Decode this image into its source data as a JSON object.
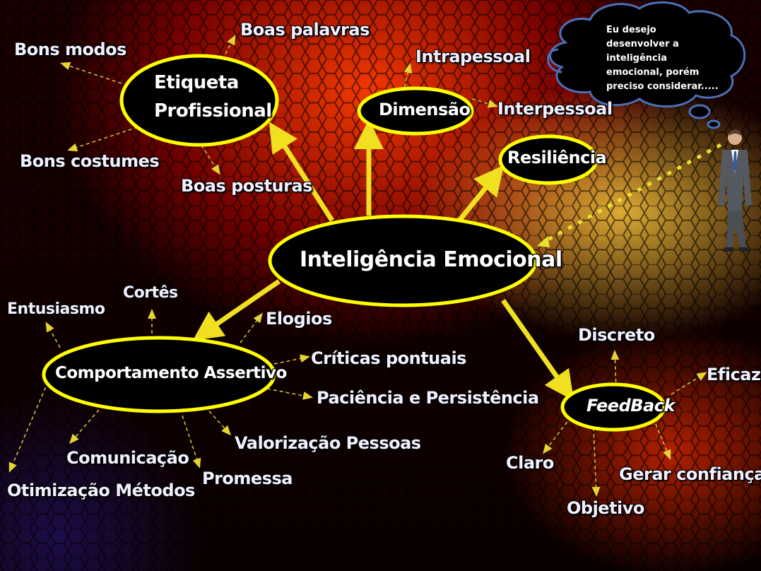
{
  "central": "Inteligência Emocional",
  "nodes": {
    "etiqueta_line1": "Etiqueta",
    "etiqueta_line2": "Profissional",
    "dimensao": "Dimensão",
    "resiliencia": "Resiliência",
    "comportamento": "Comportamento Assertivo",
    "feedback": "FeedBack"
  },
  "etiqueta_items": {
    "boas_palavras": "Boas palavras",
    "bons_modos": "Bons modos",
    "bons_costumes": "Bons costumes",
    "boas_posturas": "Boas posturas"
  },
  "dimensao_items": {
    "intrapessoal": "Intrapessoal",
    "interpessoal": "Interpessoal"
  },
  "comportamento_items": {
    "cortes": "Cortês",
    "entusiasmo": "Entusiasmo",
    "elogios": "Elogios",
    "criticas": "Críticas pontuais",
    "paciencia": "Paciência e Persistência",
    "valorizacao": "Valorização Pessoas",
    "comunicacao": "Comunicação",
    "otimizacao": "Otimização Métodos",
    "promessa": "Promessa"
  },
  "feedback_items": {
    "discreto": "Discreto",
    "eficaz": "Eficaz",
    "claro": "Claro",
    "gerar_confianca": "Gerar confiança",
    "objetivo": "Objetivo"
  },
  "thought_bubble": "Eu desejo desenvolver a inteligência emocional, porém preciso considerar.....",
  "colors": {
    "ellipse_fill": "#000000",
    "ellipse_stroke": "#ffff00",
    "arrow": "#f0e020",
    "dashed_connector": "#d8c840",
    "text": "#f2f0ff"
  }
}
